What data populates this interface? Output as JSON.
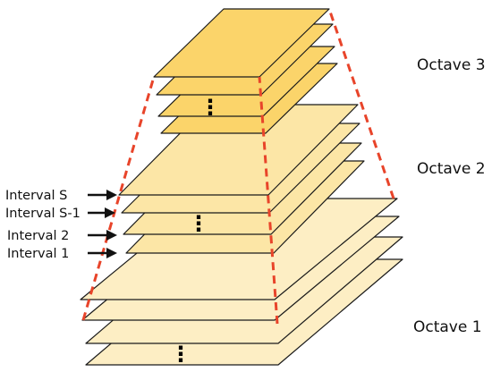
{
  "octaves": [
    {
      "label": "Octave 1",
      "color": "#fdeec4"
    },
    {
      "label": "Octave 2",
      "color": "#fce6a6"
    },
    {
      "label": "Octave 3",
      "color": "#fbd46a"
    }
  ],
  "intervals": [
    "Interval S",
    "Interval S-1",
    "Interval 2",
    "Interval 1"
  ],
  "ellipsis": "⋮",
  "colors": {
    "stroke": "#1a1a1a",
    "guide": "#e8442a",
    "arrow": "#111111"
  }
}
